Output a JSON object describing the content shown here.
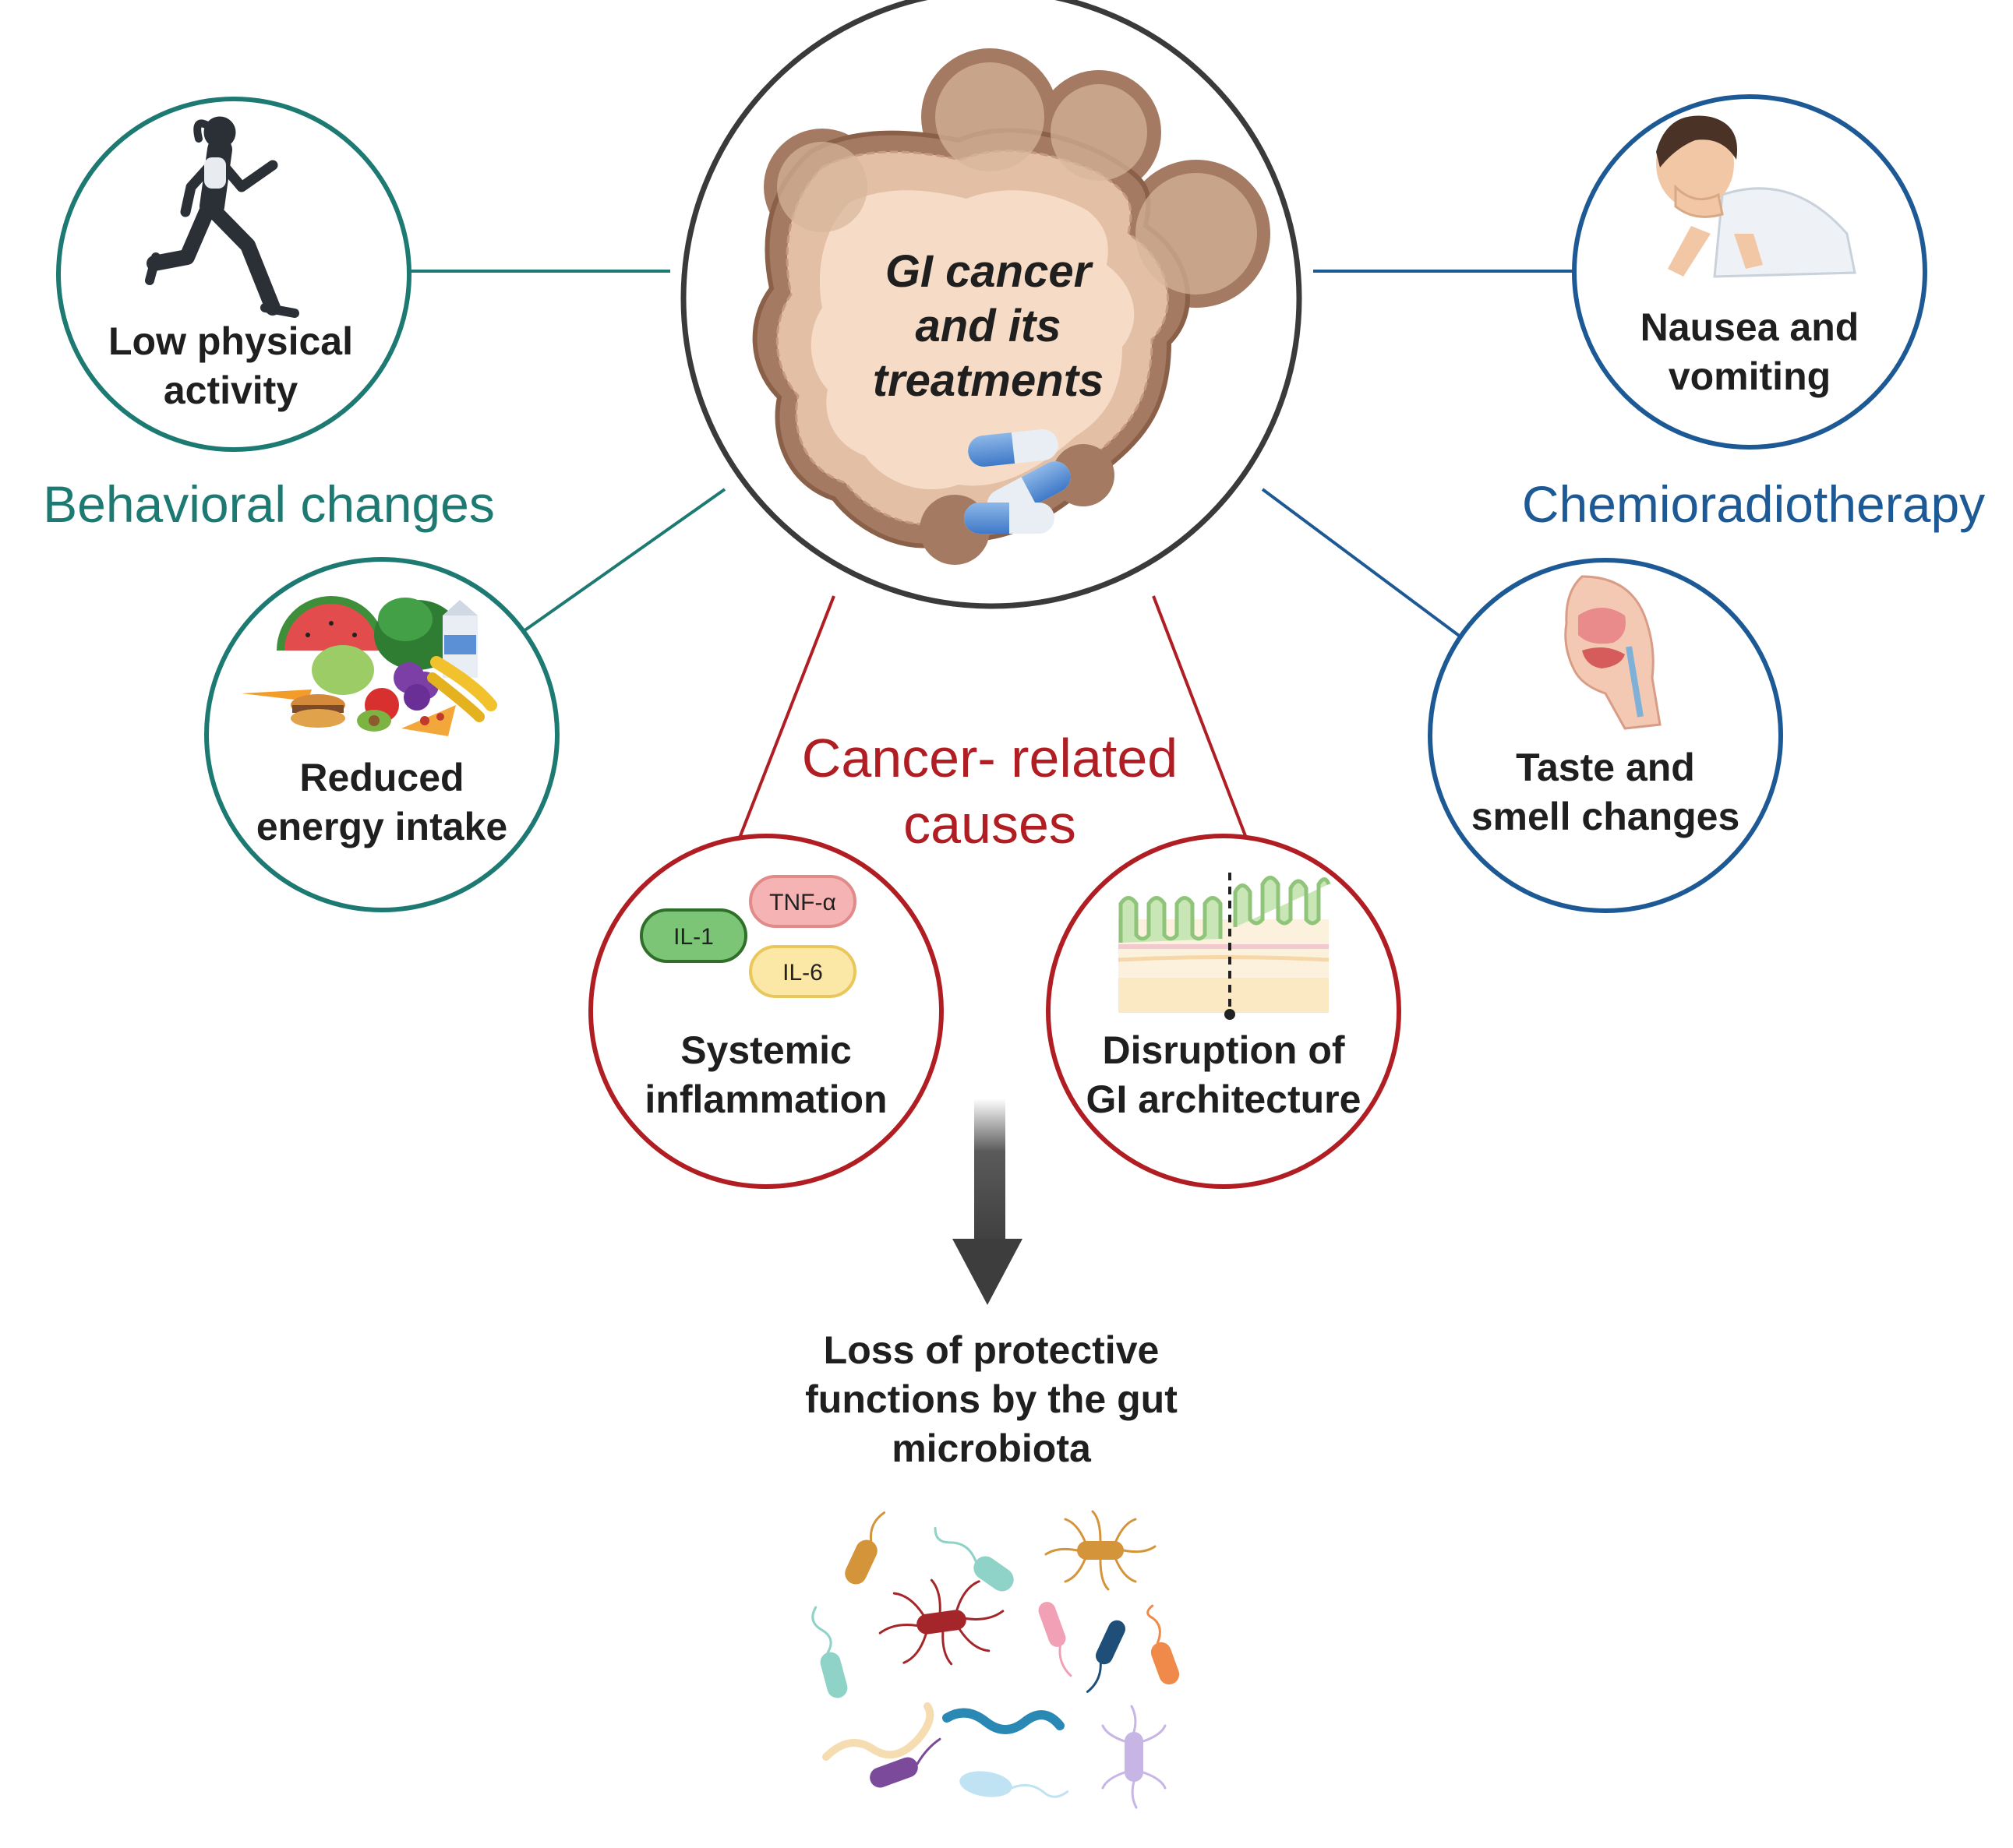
{
  "center": {
    "title_line1": "GI cancer",
    "title_line2": "and its",
    "title_line3": "treatments"
  },
  "categories": {
    "behavioral": "Behavioral changes",
    "chemo": "Chemioradiotherapy",
    "cancer_line1": "Cancer- related",
    "cancer_line2": "causes"
  },
  "nodes": {
    "physical": {
      "line1": "Low physical",
      "line2": "activity"
    },
    "energy": {
      "line1": "Reduced",
      "line2": "energy intake"
    },
    "nausea": {
      "line1": "Nausea and",
      "line2": "vomiting"
    },
    "taste": {
      "line1": "Taste and",
      "line2": "smell changes"
    },
    "inflammation": {
      "line1": "Systemic",
      "line2": "inflammation",
      "cytokines": {
        "il1": "IL-1",
        "tnf": "TNF-α",
        "il6": "IL-6"
      }
    },
    "architecture": {
      "line1": "Disruption of",
      "line2": "GI architecture"
    }
  },
  "outcome": {
    "line1": "Loss of protective",
    "line2": "functions by the gut",
    "line3": "microbiota"
  },
  "colors": {
    "behavioral": "#1d7a72",
    "chemo": "#1d5a95",
    "cancer": "#b01e23",
    "center_border": "#3a3a3a",
    "tumor_outer": "#a57a63",
    "tumor_inner": "#f6dcc6",
    "arrow": "#3d3d3d"
  }
}
